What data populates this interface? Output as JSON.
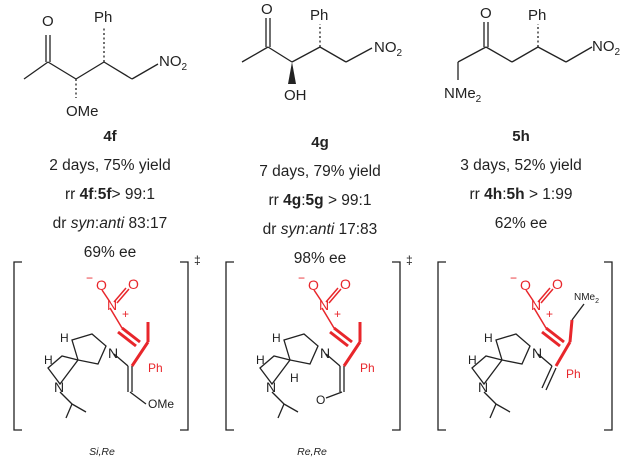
{
  "columns": [
    {
      "compound": "4f",
      "structure": {
        "ketone_o": "O",
        "aryl": "Ph",
        "nitro": "NO",
        "nitro_sub": "2",
        "sub": "OMe",
        "sub_h": "",
        "sub_sub": ""
      },
      "conditions": "2 days, 75% yield",
      "rr": {
        "prefix": "rr ",
        "a": "4f",
        "sep": ":",
        "b": "5f",
        "value": "> 99:1"
      },
      "dr": {
        "prefix": "dr ",
        "syn": "syn",
        "sep": ":",
        "anti": "anti",
        "value": " 83:17"
      },
      "ee": "69% ee",
      "ts": {
        "nitro_n": "N",
        "nitro_o1": "O",
        "nitro_o2": "O",
        "minus": "−",
        "plus": "+",
        "amine_n1": "N",
        "amine_n2": "N",
        "h1": "H",
        "h2": "H",
        "aryl": "Ph",
        "oxy": "OMe",
        "hbond": "",
        "hbond_o": "",
        "nme": "",
        "nme_sub": "",
        "dagger": "‡"
      },
      "caption": "Si,Re"
    },
    {
      "compound": "4g",
      "structure": {
        "ketone_o": "O",
        "aryl": "Ph",
        "nitro": "NO",
        "nitro_sub": "2",
        "sub": "",
        "sub_h": "OH",
        "sub_sub": ""
      },
      "conditions": "7 days, 79% yield",
      "rr": {
        "prefix": "rr ",
        "a": "4g",
        "sep": ":",
        "b": "5g",
        "value": " > 99:1"
      },
      "dr": {
        "prefix": "dr ",
        "syn": "syn",
        "sep": ":",
        "anti": "anti",
        "value": " 17:83"
      },
      "ee": "98% ee",
      "ts": {
        "nitro_n": "N",
        "nitro_o1": "O",
        "nitro_o2": "O",
        "minus": "−",
        "plus": "+",
        "amine_n1": "N",
        "amine_n2": "N",
        "h1": "H",
        "h2": "H",
        "aryl": "Ph",
        "oxy": "",
        "hbond": "H",
        "hbond_o": "O",
        "nme": "",
        "nme_sub": "",
        "dagger": "‡"
      },
      "caption": "Re,Re"
    },
    {
      "compound": "5h",
      "structure": {
        "ketone_o": "O",
        "aryl": "Ph",
        "nitro": "NO",
        "nitro_sub": "2",
        "sub": "",
        "sub_h": "",
        "sub_sub": "NMe"
      },
      "conditions": "3 days, 52% yield",
      "rr": {
        "prefix": "rr ",
        "a": "4h",
        "sep": ":",
        "b": "5h",
        "value": " > 1:99"
      },
      "dr": null,
      "ee": "62% ee",
      "ts": {
        "nitro_n": "N",
        "nitro_o1": "O",
        "nitro_o2": "O",
        "minus": "−",
        "plus": "+",
        "amine_n1": "N",
        "amine_n2": "N",
        "h1": "H",
        "h2": "H",
        "aryl": "Ph",
        "oxy": "",
        "hbond": "",
        "hbond_o": "",
        "nme": "NMe",
        "nme_sub": "2",
        "dagger": ""
      },
      "caption": ""
    }
  ],
  "colors": {
    "ink": "#222222",
    "highlight": "#e8262b"
  }
}
